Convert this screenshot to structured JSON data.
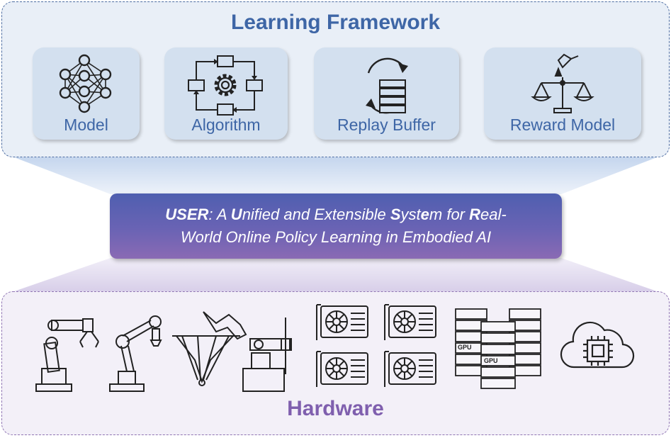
{
  "learning_framework": {
    "title": "Learning Framework",
    "cards": [
      {
        "label": "Model",
        "icon": "neural-network-icon"
      },
      {
        "label": "Algorithm",
        "icon": "algorithm-cycle-icon"
      },
      {
        "label": "Replay Buffer",
        "icon": "replay-buffer-icon"
      },
      {
        "label": "Reward Model",
        "icon": "reward-scale-icon"
      }
    ]
  },
  "system_title": {
    "s1": "USER",
    "s2": ": A ",
    "s3": "U",
    "s4": "nified and Extensible ",
    "s5": "S",
    "s6": "yst",
    "s7": "e",
    "s8": "m for ",
    "s9": "R",
    "s10": "eal-",
    "line2": "World Online Policy Learning in Embodied AI"
  },
  "hardware": {
    "title": "Hardware",
    "gpu_label": "GPU",
    "icons": [
      "robot-arm-icon",
      "gpu-card-icon",
      "server-rack-icon",
      "cloud-chip-icon"
    ]
  },
  "colors": {
    "framework_blue": "#3e66a6",
    "hardware_purple": "#7f5fae",
    "card_fill": "#d3e0ef"
  }
}
